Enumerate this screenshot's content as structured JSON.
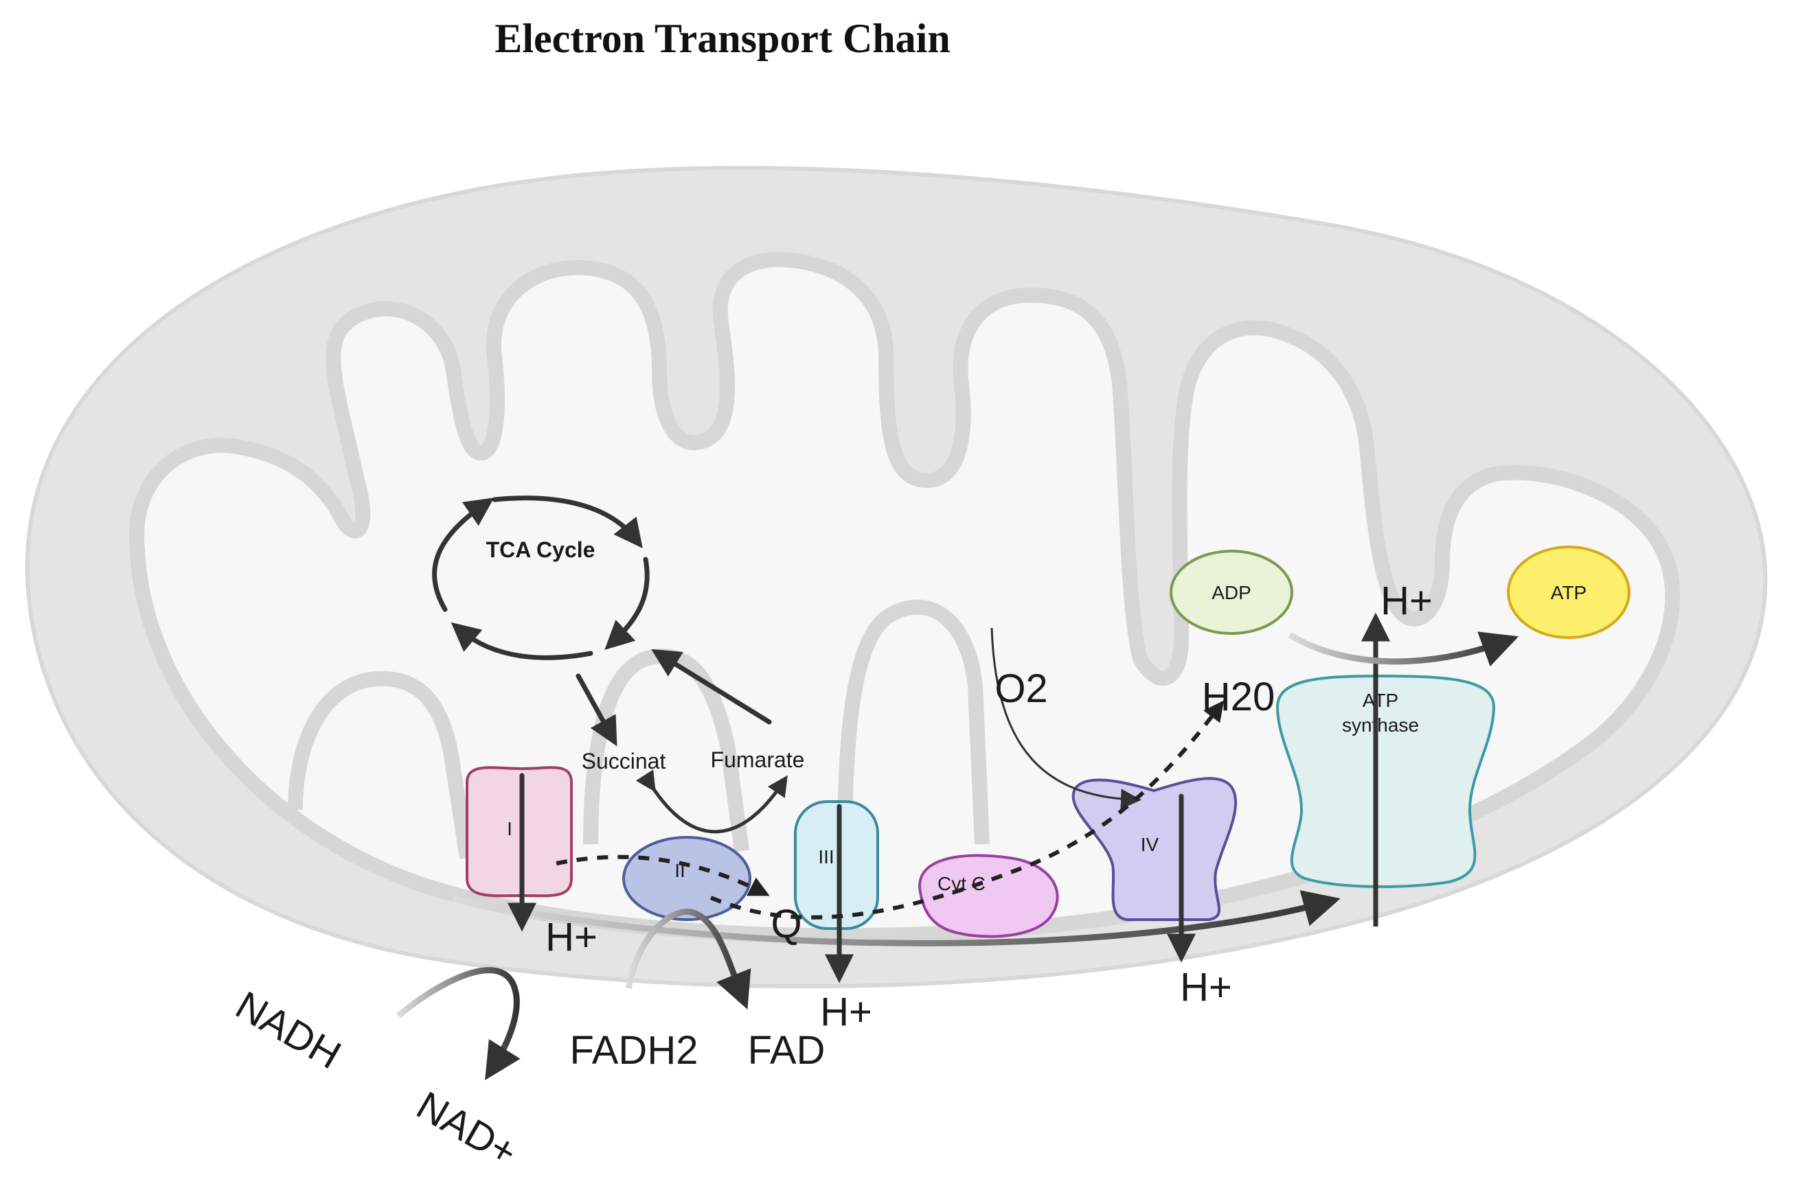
{
  "title": "Electron Transport Chain",
  "complexes": {
    "I": "I",
    "II": "II",
    "III": "III",
    "IV": "IV",
    "cyt_c": "Cyt C",
    "atp_synthase_line1": "ATP",
    "atp_synthase_line2": "synthase"
  },
  "molecules": {
    "adp": "ADP",
    "atp": "ATP",
    "o2": "O2",
    "h2o": "H20",
    "q": "Q",
    "nadh": "NADH",
    "nad_plus": "NAD+",
    "fadh2": "FADH2",
    "fad": "FAD",
    "succinate": "Succinat",
    "fumarate": "Fumarate"
  },
  "cycle": {
    "label": "TCA Cycle"
  },
  "protons": {
    "h_complex1": "H+",
    "h_complex3": "H+",
    "h_complex4": "H+",
    "h_synthase": "H+"
  },
  "colors": {
    "complex_I": "#f2d7e3",
    "complex_II": "#b9c3e3",
    "complex_III": "#d8eef5",
    "complex_IV": "#d2cdf0",
    "cyt_c": "#efc9f2",
    "atp_synthase": "#dff0ee",
    "adp": "#e8f3d8",
    "atp": "#fbef6b",
    "membrane": "#dcdcdc",
    "matrix": "#f7f7f7"
  }
}
